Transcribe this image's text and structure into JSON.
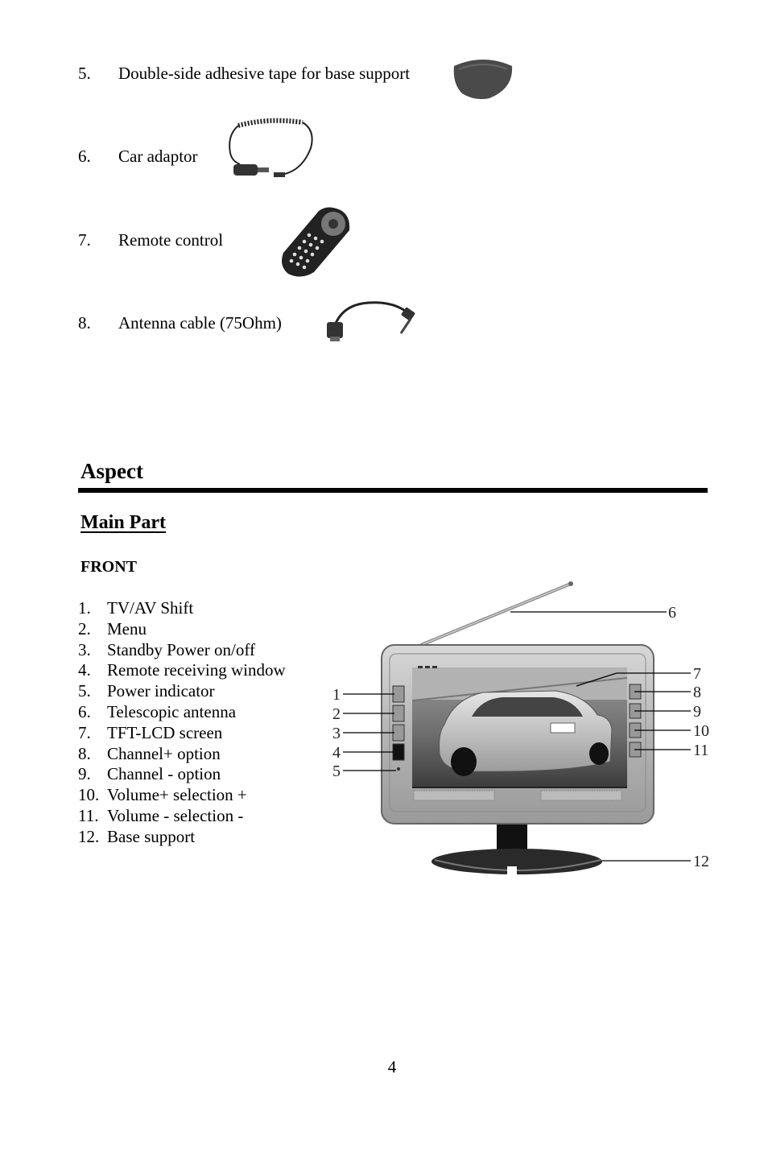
{
  "accessories": [
    {
      "num": "5.",
      "label": "Double-side adhesive tape for base support",
      "icon": "adhesive-tape-image"
    },
    {
      "num": "6.",
      "label": "Car adaptor",
      "icon": "car-adaptor-image"
    },
    {
      "num": "7.",
      "label": "Remote control",
      "icon": "remote-control-image"
    },
    {
      "num": "8.",
      "label": "Antenna cable (75Ohm)",
      "icon": "antenna-cable-image"
    }
  ],
  "section_title": "Aspect",
  "subsection_title": "Main Part",
  "view_label": "FRONT",
  "parts": [
    {
      "num": "1.",
      "label": "TV/AV Shift"
    },
    {
      "num": "2.",
      "label": "Menu"
    },
    {
      "num": "3.",
      "label": "Standby Power on/off"
    },
    {
      "num": "4.",
      "label": "Remote receiving window"
    },
    {
      "num": "5.",
      "label": "Power indicator"
    },
    {
      "num": "6.",
      "label": "Telescopic antenna"
    },
    {
      "num": "7.",
      "label": "TFT-LCD screen"
    },
    {
      "num": "8.",
      "label": "Channel+ option"
    },
    {
      "num": "9.",
      "label": "Channel - option"
    },
    {
      "num": "10.",
      "label": "Volume+ selection +"
    },
    {
      "num": "11.",
      "label": "Volume - selection -"
    },
    {
      "num": "12.",
      "label": "Base support"
    }
  ],
  "diagram_callouts": [
    "1",
    "2",
    "3",
    "4",
    "5",
    "6",
    "7",
    "8",
    "9",
    "10",
    "11",
    "12"
  ],
  "page_number": "4"
}
